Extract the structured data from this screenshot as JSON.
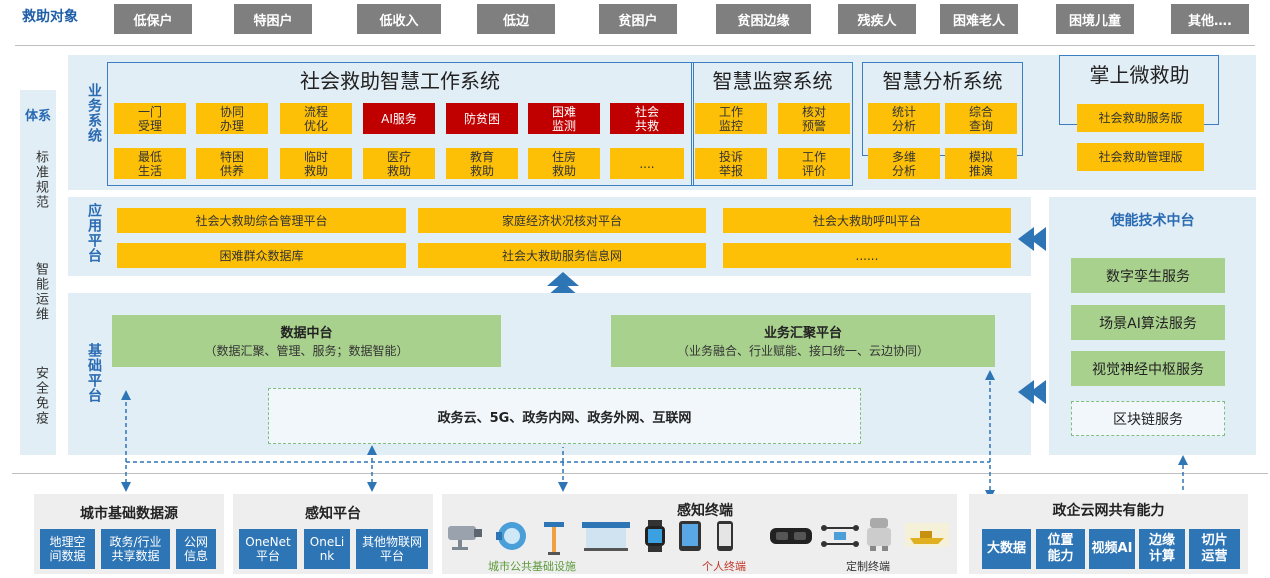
{
  "targets": {
    "label": "救助对象",
    "items": [
      "低保户",
      "特困户",
      "低收入",
      "低边",
      "贫困户",
      "贫困边缘",
      "残疾人",
      "困难老人",
      "困境儿童",
      "其他…."
    ]
  },
  "side": {
    "title": "体系",
    "items": [
      "标准规范",
      "智能运维",
      "安全免疫"
    ]
  },
  "business": {
    "label": "业务系统",
    "system1": {
      "title": "社会救助智慧工作系统",
      "row1": [
        "一门\n受理",
        "协同\n办理",
        "流程\n优化",
        "AI服务",
        "防贫困",
        "困难\n监测",
        "社会\n共救"
      ],
      "row2": [
        "最低\n生活",
        "特困\n供养",
        "临时\n救助",
        "医疗\n救助",
        "教育\n救助",
        "住房\n救助",
        "...."
      ]
    },
    "system2": {
      "title": "智慧监察系统",
      "row1": [
        "工作\n监控",
        "核对\n预警"
      ],
      "row2": [
        "投诉\n举报",
        "工作\n评价"
      ]
    },
    "system3": {
      "title": "智慧分析系统",
      "row1": [
        "统计\n分析",
        "综合\n查询"
      ],
      "row2": [
        "多维\n分析",
        "模拟\n推演"
      ]
    },
    "system4": {
      "title": "掌上微救助",
      "items": [
        "社会救助服务版",
        "社会救助管理版"
      ]
    }
  },
  "application": {
    "label": "应用平台",
    "row1": [
      "社会大救助综合管理平台",
      "家庭经济状况核对平台",
      "社会大救助呼叫平台"
    ],
    "row2": [
      "困难群众数据库",
      "社会大救助服务信息网",
      "......"
    ]
  },
  "enabling": {
    "title": "使能技术中台",
    "items": [
      "数字孪生服务",
      "场景AI算法服务",
      "视觉神经中枢服务",
      "区块链服务"
    ]
  },
  "foundation": {
    "label": "基础平台",
    "data_hub": {
      "title": "数据中台",
      "sub": "（数据汇聚、管理、服务；数据智能）"
    },
    "biz_hub": {
      "title": "业务汇聚平台",
      "sub": "（业务融合、行业赋能、接口统一、云边协同）"
    },
    "network": "政务云、5G、政务内网、政务外网、互联网"
  },
  "bottom": {
    "city": {
      "title": "城市基础数据源",
      "items": [
        "地理空\n间数据",
        "政务/行业\n共享数据",
        "公网\n信息"
      ]
    },
    "sense": {
      "title": "感知平台",
      "items": [
        "OneNet\n平台",
        "OneLi\nnk",
        "其他物联网\n平台"
      ]
    },
    "terminal": {
      "title": "感知终端",
      "cap1": "城市公共基础设施",
      "cap2": "个人终端",
      "cap3": "定制终端"
    },
    "gov": {
      "title": "政企云网共有能力",
      "items": [
        "大数据",
        "位置\n能力",
        "视频AI",
        "边缘\n计算",
        "切片\n运营"
      ]
    }
  }
}
